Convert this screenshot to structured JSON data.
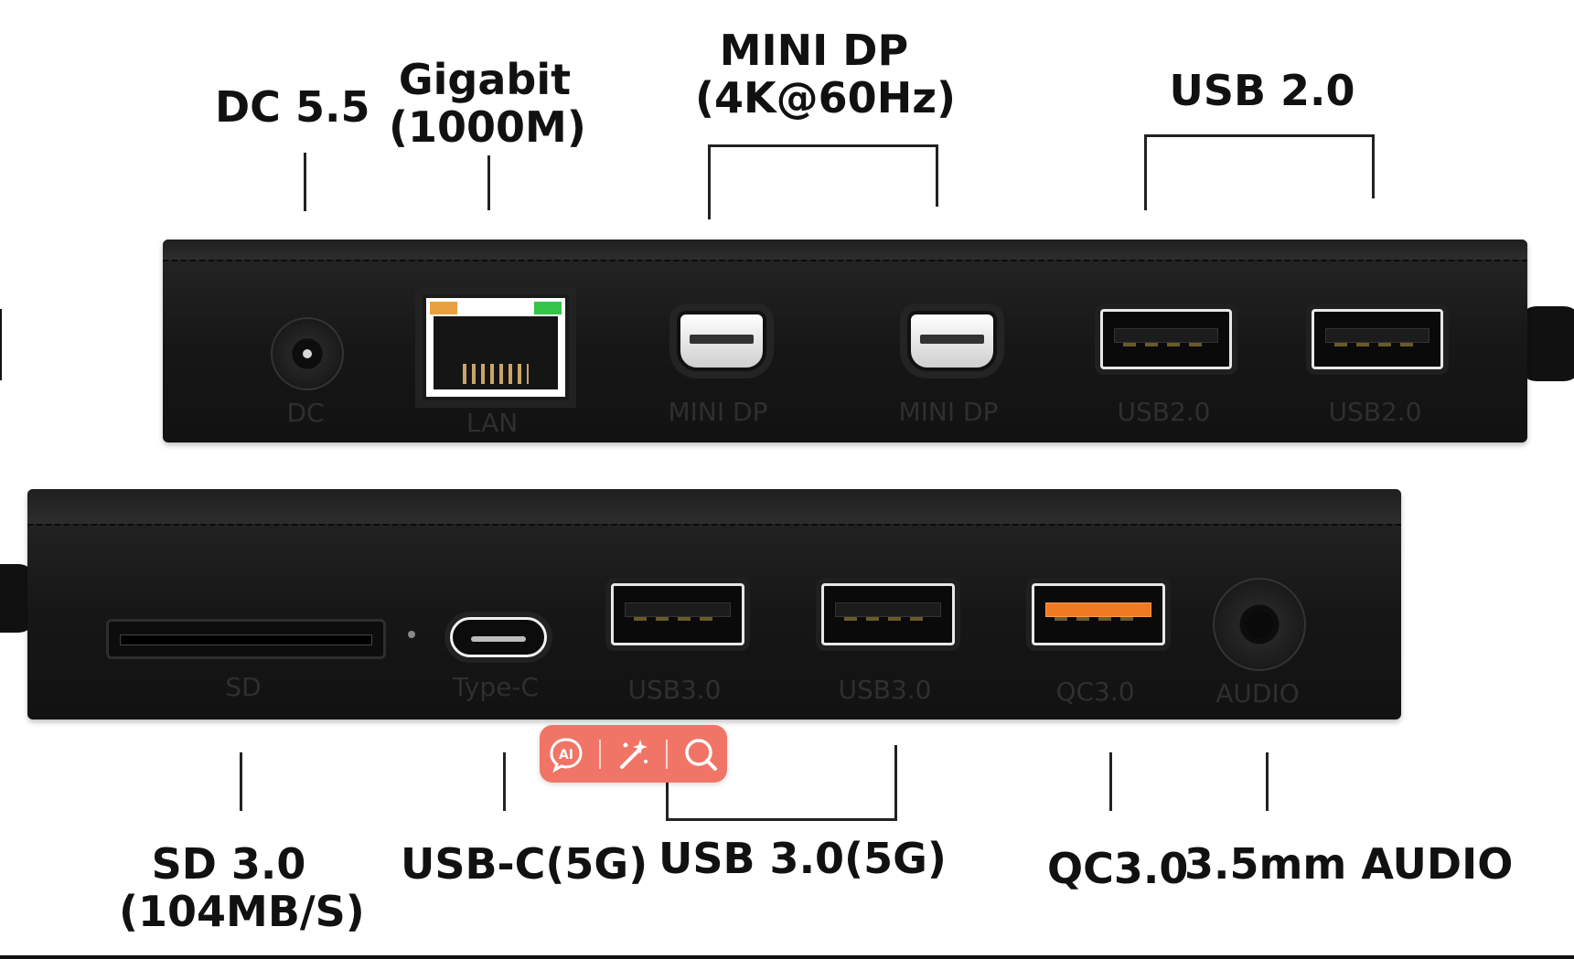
{
  "callouts": {
    "dc": "DC 5.5",
    "lan_line1": "Gigabit",
    "lan_line2": "(1000M)",
    "minidp_line1": "MINI DP",
    "minidp_line2": "(4K@60Hz)",
    "usb2": "USB 2.0",
    "sd_line1": "SD 3.0",
    "sd_line2": "(104MB/S)",
    "usbc": "USB-C(5G)",
    "usb3": "USB 3.0(5G)",
    "qc": "QC3.0",
    "audio": "3.5mm AUDIO"
  },
  "top_device_labels": {
    "dc": "DC",
    "lan": "LAN",
    "minidp_1": "MINI DP",
    "minidp_2": "MINI DP",
    "usb2_1": "USB2.0",
    "usb2_2": "USB2.0"
  },
  "bottom_device_labels": {
    "sd": "SD",
    "typec": "Type-C",
    "usb3_1": "USB3.0",
    "usb3_2": "USB3.0",
    "qc": "QC3.0",
    "audio": "AUDIO"
  },
  "toolbar": {
    "ai_icon_text": "AI",
    "buttons": [
      "ai-assistant-icon",
      "magic-wand-icon",
      "search-icon"
    ]
  },
  "colors": {
    "device_body": "#1a1a1a",
    "qc_port": "#f07a22",
    "toolbar_bg": "#f07567",
    "lan_led_left": "#e8a040",
    "lan_led_right": "#36c44a"
  }
}
